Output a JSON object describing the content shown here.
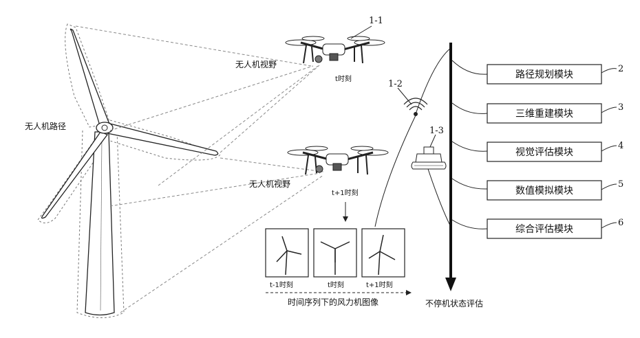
{
  "labels": {
    "drone_path": "无人机路径",
    "fov_top": "无人机视野",
    "fov_bottom": "无人机视野",
    "time_t": "t时刻",
    "time_t1": "t+1时刻",
    "ref_drone_top": "1-1",
    "ref_antenna": "1-2",
    "ref_station": "1-3",
    "frame_prev": "t-1时刻",
    "frame_curr": "t时刻",
    "frame_next": "t+1时刻",
    "time_axis": "时间序列下的风力机图像",
    "result": "不停机状态评估"
  },
  "modules": [
    {
      "label": "路径规划模块",
      "num": "2"
    },
    {
      "label": "三维重建模块",
      "num": "3"
    },
    {
      "label": "视觉评估模块",
      "num": "4"
    },
    {
      "label": "数值模拟模块",
      "num": "5"
    },
    {
      "label": "综合评估模块",
      "num": "6"
    }
  ]
}
